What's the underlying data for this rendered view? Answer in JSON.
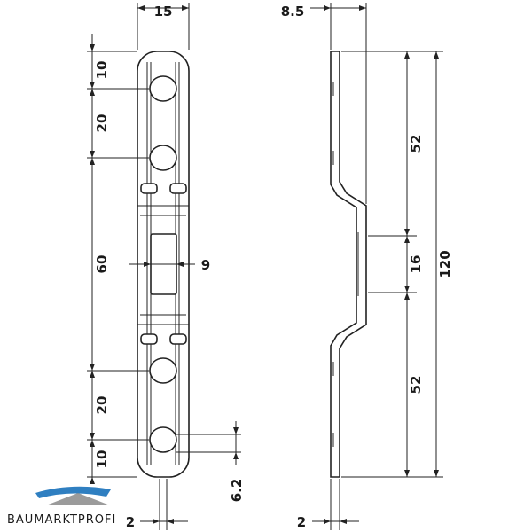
{
  "dimensions": {
    "front_width": "15",
    "side_depth": "8.5",
    "seg_top": "10",
    "seg_upper_hole": "20",
    "seg_middle": "60",
    "seg_lower_hole": "20",
    "seg_bottom": "10",
    "slot_width": "9",
    "side_upper": "52",
    "side_middle": "16",
    "side_lower": "52",
    "total_length": "120",
    "hole_offset": "6.2",
    "front_thickness": "2",
    "side_thickness": "2"
  },
  "brand": {
    "name": "BAUMARKTPROFI"
  },
  "colors": {
    "line": "#222222",
    "logo_blue": "#2f7fc1",
    "logo_grey": "#8a8a8a"
  }
}
